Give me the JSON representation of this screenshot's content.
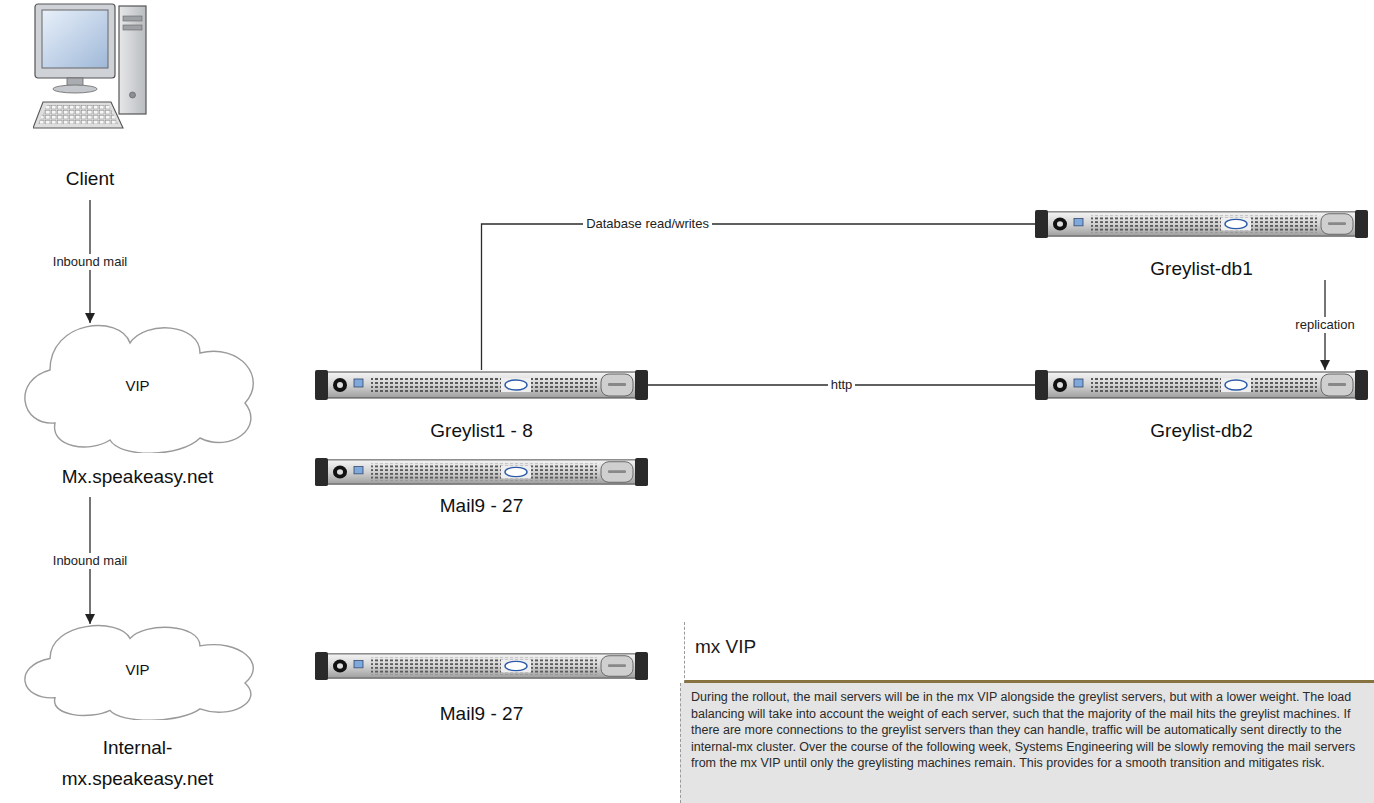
{
  "diagram": {
    "nodes": [
      {
        "text": [
          "Client"
        ]
      },
      {
        "text": [
          "VIP",
          "Mx.speakeasy.net"
        ]
      },
      {
        "text": [
          "VIP",
          "Internal- mx.speakeasy.net"
        ]
      },
      {
        "text": [
          "Greylist1 - 8"
        ]
      },
      {
        "text": [
          "Mail9 - 27"
        ]
      },
      {
        "text": [
          "Mail9 - 27"
        ]
      },
      {
        "text": [
          "Greylist-db1"
        ]
      },
      {
        "text": [
          "Greylist-db2"
        ]
      },
      {
        "text": [
          "mx VIP",
          "During the rollout, the mail servers will be in the mx VIP alongside the greylist servers, but with a lower weight. The load balancing will take into account the weight of each server, such that the majority of the mail hits the greylist machines. If there are more connections to the greylist servers than they can handle, traffic will be automatically sent directly to the internal-mx cluster. Over the course of the following week, Systems Engineering will be slowly removing the mail servers from the mx VIP until only the greylisting machines remain. This provides for a smooth transition and mitigates risk."
        ]
      }
    ],
    "edges": [
      {
        "from": 0,
        "to": 1,
        "label": "Inbound mail",
        "arrow": "to"
      },
      {
        "from": 1,
        "to": 2,
        "label": "Inbound mail",
        "arrow": "to"
      },
      {
        "from": 3,
        "to": 6,
        "label": "Database read/writes",
        "arrow": "none"
      },
      {
        "from": 3,
        "to": 7,
        "label": "http",
        "arrow": "none"
      },
      {
        "from": 6,
        "to": 7,
        "label": "replication",
        "arrow": "to"
      }
    ]
  }
}
